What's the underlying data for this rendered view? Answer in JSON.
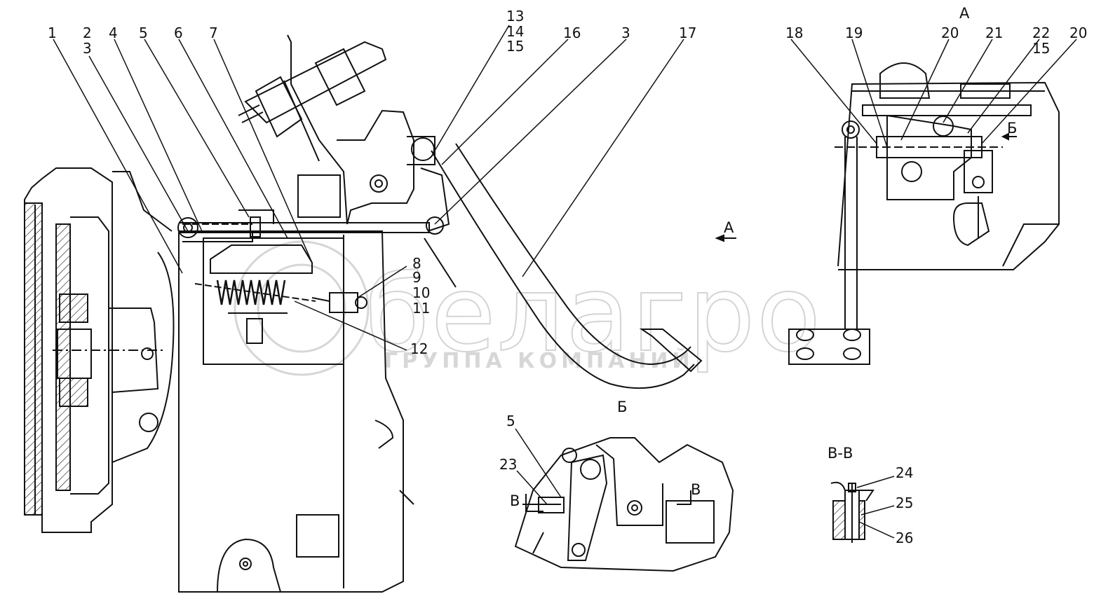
{
  "labels": {
    "l1": "1",
    "l2": "2",
    "l3": "3",
    "l4": "4",
    "l5": "5",
    "l6": "6",
    "l7": "7",
    "l8": "8",
    "l9": "9",
    "l10": "10",
    "l11": "11",
    "l12": "12",
    "l13": "13",
    "l14": "14",
    "l15": "15",
    "l16": "16",
    "l3b": "3",
    "l17": "17",
    "l18": "18",
    "l19": "19",
    "l20a": "20",
    "l21": "21",
    "l22": "22",
    "l15b": "15",
    "l20b": "20",
    "l5b": "5",
    "l23": "23",
    "l24": "24",
    "l25": "25",
    "l26": "26"
  },
  "sections": {
    "view_a_title": "А",
    "view_a_arrow": "А",
    "view_b_title": "Б",
    "view_b_arrow": "Б",
    "section_vv_title": "В-В",
    "cut_v_left": "В",
    "cut_v_right": "В"
  },
  "watermark": {
    "brand": "белагро",
    "tagline": "ГРУППА КОМПАНИЙ"
  }
}
